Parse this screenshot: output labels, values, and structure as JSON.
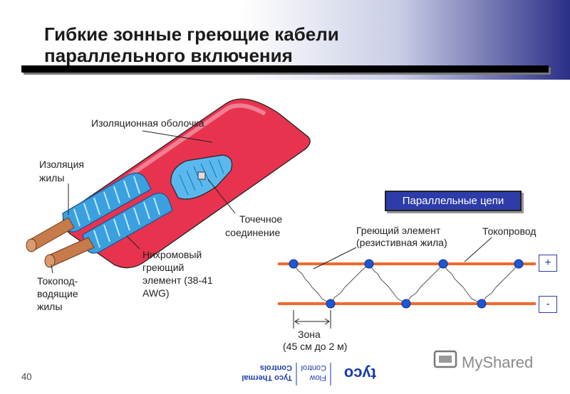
{
  "title": {
    "line1": "Гибкие зонные греющие кабели",
    "line2": "параллельного включения"
  },
  "cable_labels": {
    "sheath": "Изоляционная оболочка",
    "core_insulation_1": "Изоляция",
    "core_insulation_2": "жилы",
    "conductors_1": "Токопод-",
    "conductors_2": "водящие",
    "conductors_3": "жилы",
    "nichrome_1": "Нихромовый",
    "nichrome_2": "греющий",
    "nichrome_3": "элемент (38-41",
    "nichrome_4": "AWG)",
    "junction_1": "Точечное",
    "junction_2": "соединение"
  },
  "circuit": {
    "badge": "Параллельные цепи",
    "heating_element_1": "Греющий элемент",
    "heating_element_2": "(резистивная жила)",
    "bus_wire": "Токопровод",
    "plus": "+",
    "minus": "-",
    "zone_1": "Зона",
    "zone_2": "(45 см до 2 м)"
  },
  "logos": {
    "tyco_text": "tyco | Flow Control | Tyco Thermal Controls",
    "myshared_text": "MyShared"
  },
  "page_number": "40",
  "colors": {
    "sheath_red": "#e8334f",
    "insulation_blue": "#3aa0e0",
    "copper": "#c77a4a",
    "bus_orange": "#f06a2c",
    "node_blue": "#1e56d6",
    "accent_navy": "#2d3ca8"
  }
}
